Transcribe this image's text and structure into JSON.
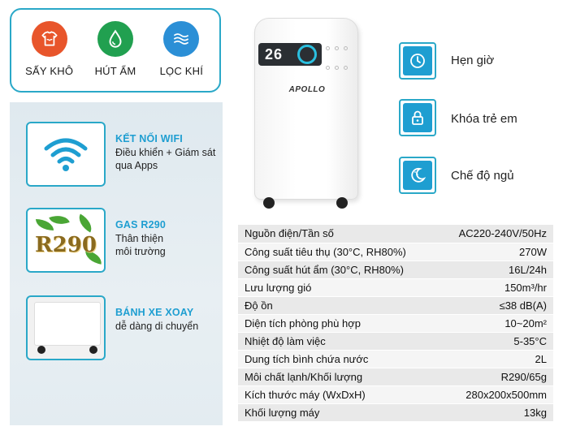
{
  "top_features": [
    {
      "label": "SẤY KHÔ",
      "icon": "shirt-heat-icon",
      "color": "#e8552b"
    },
    {
      "label": "HÚT ẨM",
      "icon": "water-drop-icon",
      "color": "#21a050"
    },
    {
      "label": "LỌC KHÍ",
      "icon": "air-wave-icon",
      "color": "#2b8fd6"
    }
  ],
  "left_features": [
    {
      "title": "KẾT NỐI WIFI",
      "desc": "Điều khiển + Giám sát qua Apps",
      "icon": "wifi-icon"
    },
    {
      "title": "GAS R290",
      "desc": "Thân thiện môi trường",
      "badge": "R290",
      "icon": "r290-leaf-badge"
    },
    {
      "title": "BÁNH XE XOAY",
      "desc": "dễ dàng di chuyển",
      "icon": "wheel-base-image"
    }
  ],
  "device": {
    "display_value": "26",
    "brand": "APOLLO"
  },
  "right_features": [
    {
      "label": "Hẹn giờ",
      "icon": "clock-icon"
    },
    {
      "label": "Khóa trẻ em",
      "icon": "lock-icon"
    },
    {
      "label": "Chế độ ngủ",
      "icon": "moon-stars-icon"
    }
  ],
  "specs": [
    {
      "name": "Nguồn điện/Tần số",
      "value": "AC220-240V/50Hz"
    },
    {
      "name": "Công suất tiêu thụ (30°C, RH80%)",
      "value": "270W"
    },
    {
      "name": "Công suất hút ẩm (30°C, RH80%)",
      "value": "16L/24h"
    },
    {
      "name": "Lưu lượng gió",
      "value": "150m³/hr"
    },
    {
      "name": "Độ ồn",
      "value": "≤38 dB(A)"
    },
    {
      "name": "Diện tích phòng phù hợp",
      "value": "10~20m²"
    },
    {
      "name": "Nhiệt độ làm việc",
      "value": "5-35°C"
    },
    {
      "name": "Dung tích bình chứa nước",
      "value": "2L"
    },
    {
      "name": "Môi chất lạnh/Khối lượng",
      "value": "R290/65g"
    },
    {
      "name": "Kích thước máy (WxDxH)",
      "value": "280x200x500mm"
    },
    {
      "name": "Khối lượng máy",
      "value": "13kg"
    }
  ],
  "colors": {
    "accent": "#2aa8c8",
    "title_blue": "#1e9ed1"
  }
}
